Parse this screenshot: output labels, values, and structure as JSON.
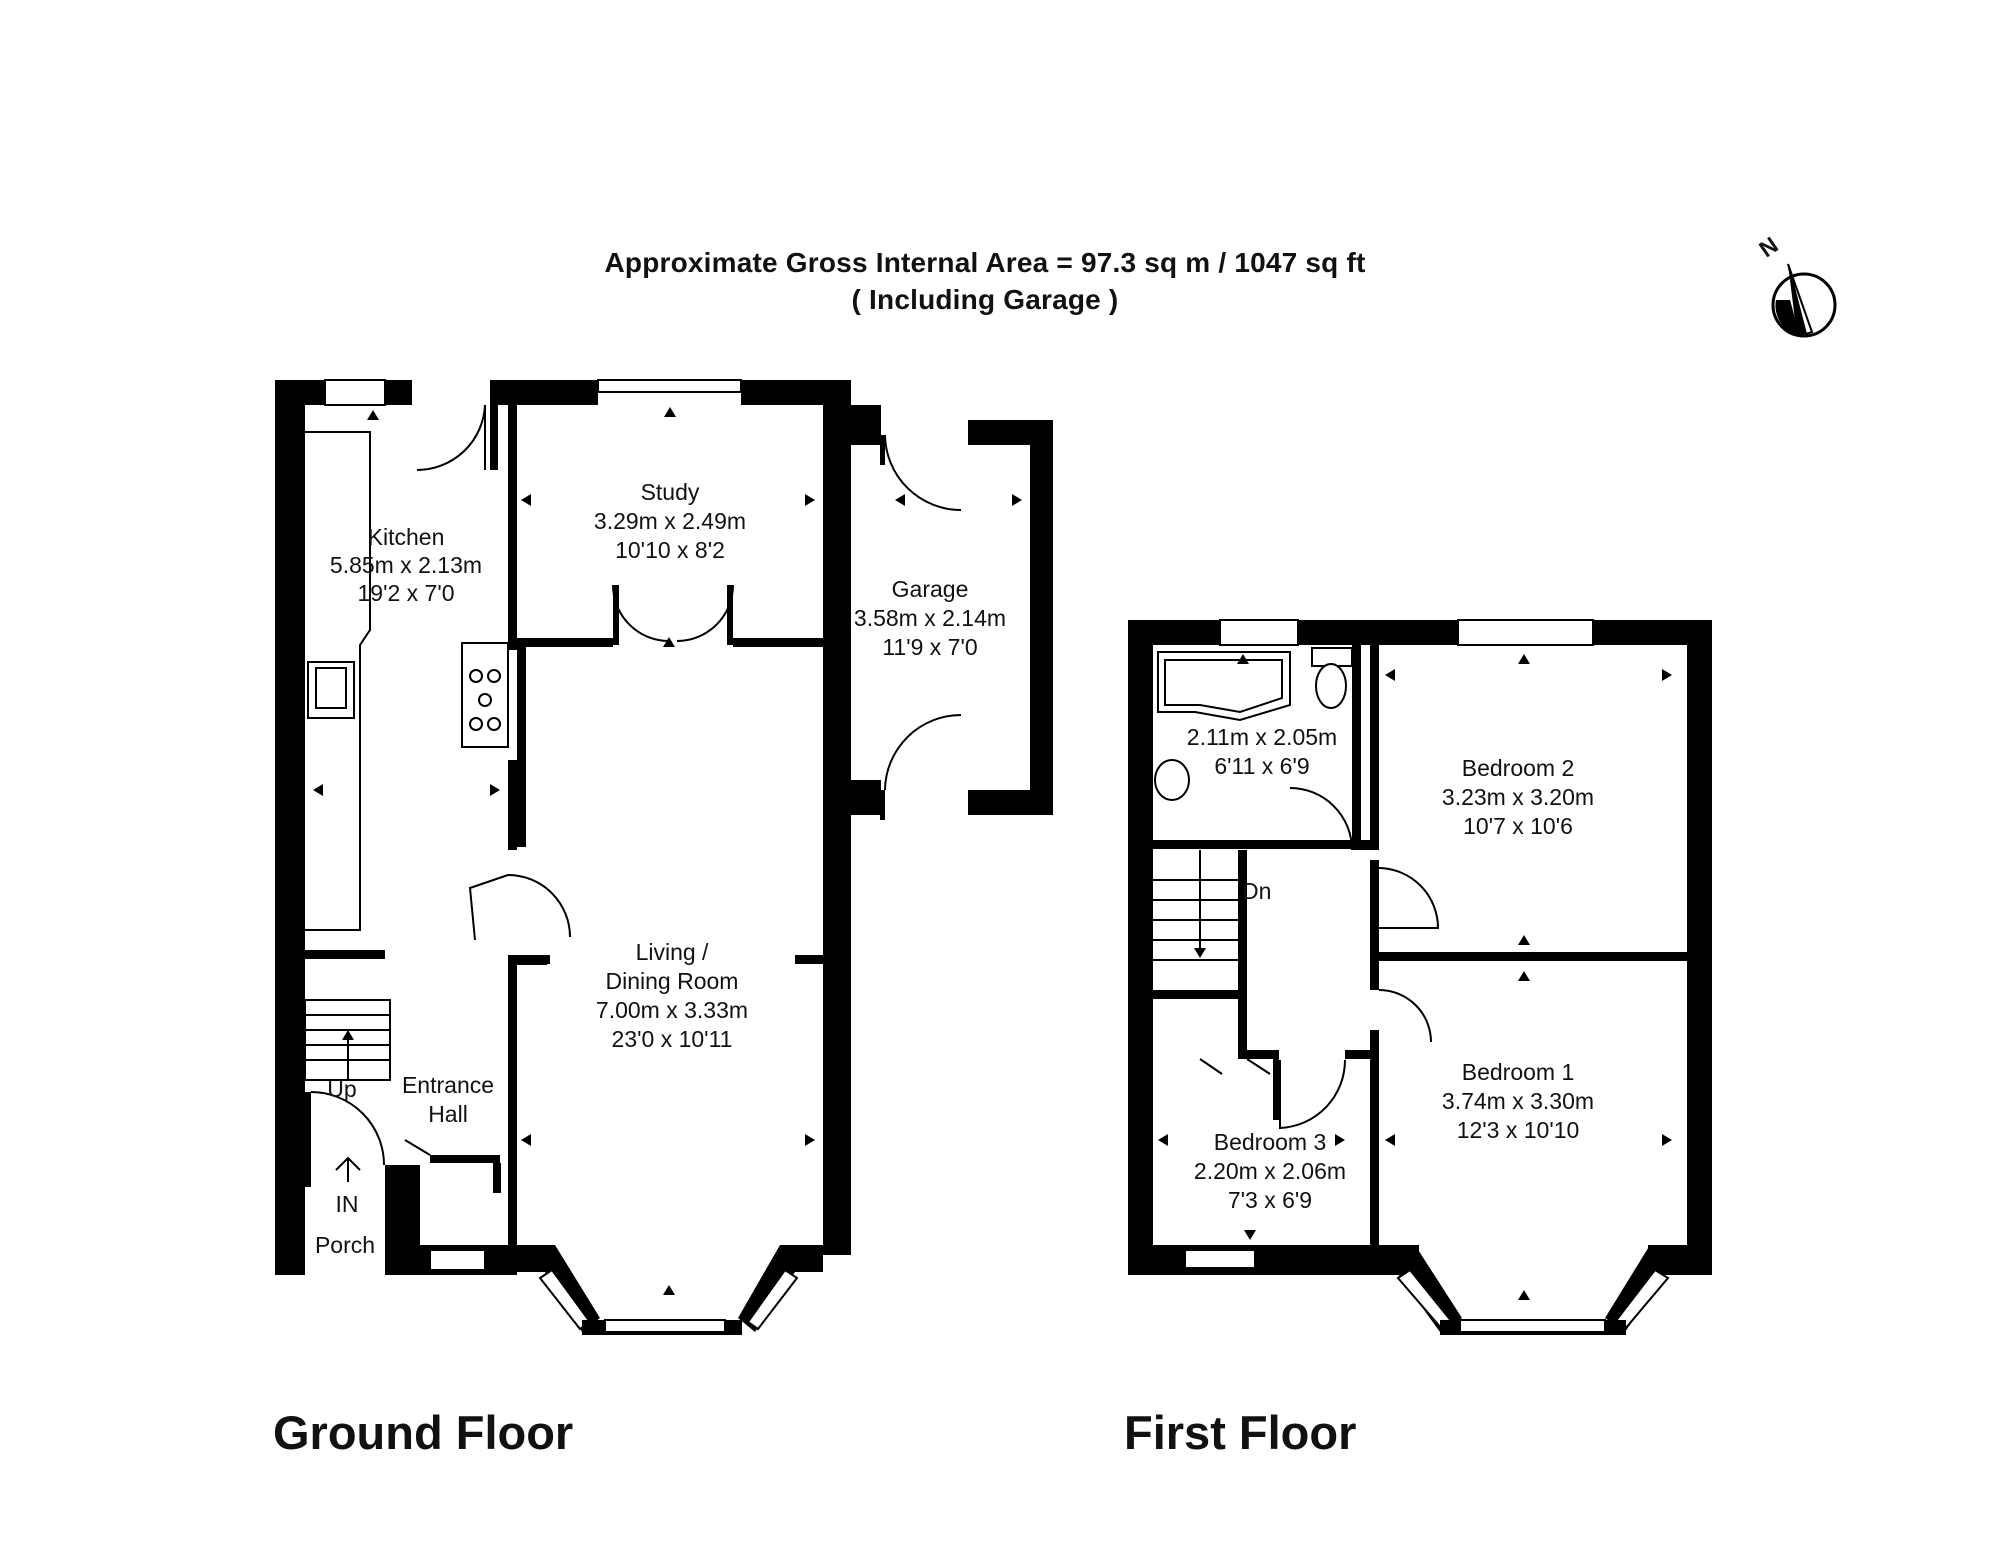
{
  "header": {
    "area_line": "Approximate Gross Internal Area = 97.3 sq m / 1047 sq ft",
    "garage_note": "( Including Garage )"
  },
  "compass": {
    "letter": "N",
    "icon": "north-arrow-icon"
  },
  "floors": [
    {
      "title": "Ground Floor",
      "rooms": [
        {
          "id": "kitchen",
          "name": "Kitchen",
          "metric": "5.85m x 2.13m",
          "imperial": "19'2 x 7'0"
        },
        {
          "id": "study",
          "name": "Study",
          "metric": "3.29m x 2.49m",
          "imperial": "10'10 x 8'2"
        },
        {
          "id": "garage",
          "name": "Garage",
          "metric": "3.58m x 2.14m",
          "imperial": "11'9 x 7'0"
        },
        {
          "id": "living",
          "name": "Living /",
          "name2": "Dining Room",
          "metric": "7.00m x 3.33m",
          "imperial": "23'0 x 10'11"
        },
        {
          "id": "hall",
          "name": "Entrance",
          "name2": "Hall"
        },
        {
          "id": "porch",
          "name": "Porch"
        }
      ],
      "stair_label": "Up",
      "entry_label": "IN"
    },
    {
      "title": "First Floor",
      "rooms": [
        {
          "id": "bathroom",
          "metric": "2.11m x 2.05m",
          "imperial": "6'11 x 6'9"
        },
        {
          "id": "bedroom2",
          "name": "Bedroom 2",
          "metric": "3.23m x 3.20m",
          "imperial": "10'7 x 10'6"
        },
        {
          "id": "bedroom1",
          "name": "Bedroom 1",
          "metric": "3.74m x 3.30m",
          "imperial": "12'3 x 10'10"
        },
        {
          "id": "bedroom3",
          "name": "Bedroom 3",
          "metric": "2.20m x 2.06m",
          "imperial": "7'3 x 6'9"
        }
      ],
      "stair_label": "Dn"
    }
  ]
}
